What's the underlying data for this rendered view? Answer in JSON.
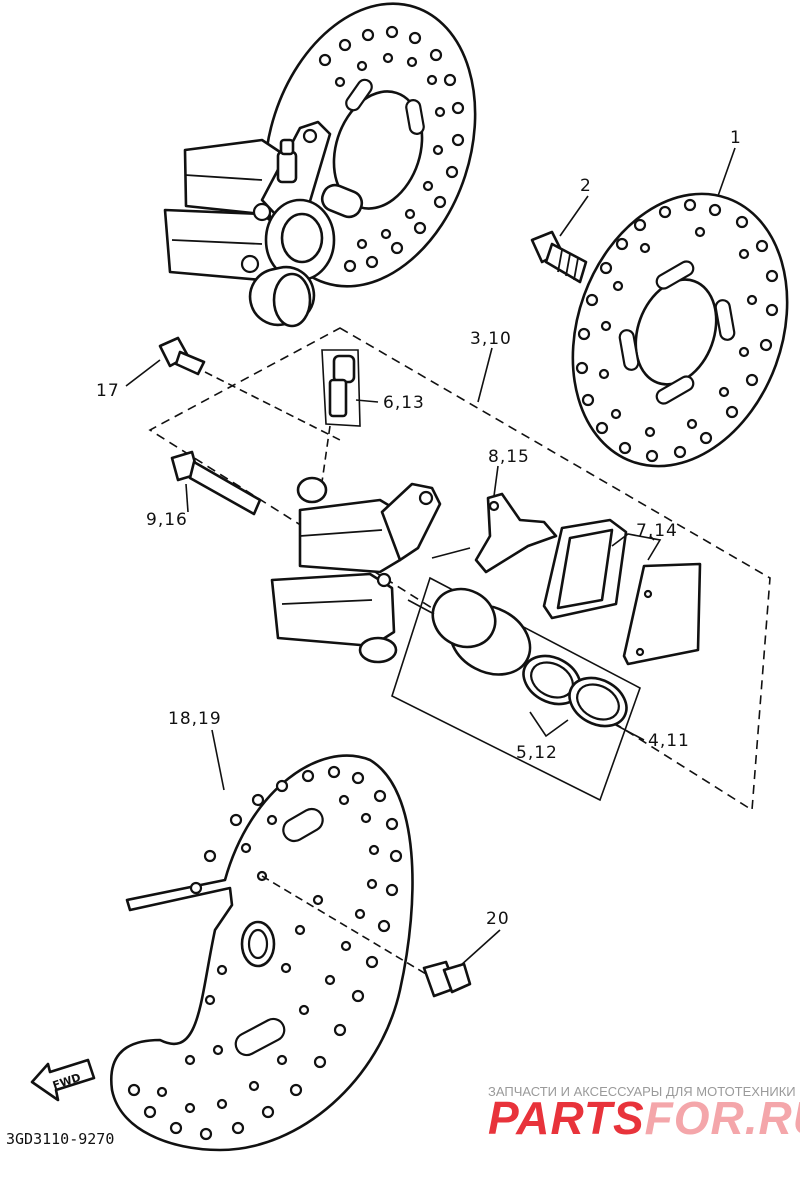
{
  "diagram": {
    "callouts": {
      "c1": "1",
      "c2": "2",
      "c3_10": "3,10",
      "c17": "17",
      "c6_13": "6,13",
      "c8_15": "8,15",
      "c9_16": "9,16",
      "c7_14": "7,14",
      "c18_19": "18,19",
      "c5_12": "5,12",
      "c4_11": "4,11",
      "c20": "20"
    },
    "fwd_label": "FWD",
    "drawing_code": "3GD3110-9270"
  },
  "watermark": {
    "tagline": "ЗАПЧАСТИ И АКСЕССУАРЫ ДЛЯ МОТОТЕХНИКИ",
    "brand_red": "PARTS",
    "brand_pink": "FOR.RU",
    "colors": {
      "red": "#e8333b",
      "pink": "#f4a6aa"
    }
  }
}
